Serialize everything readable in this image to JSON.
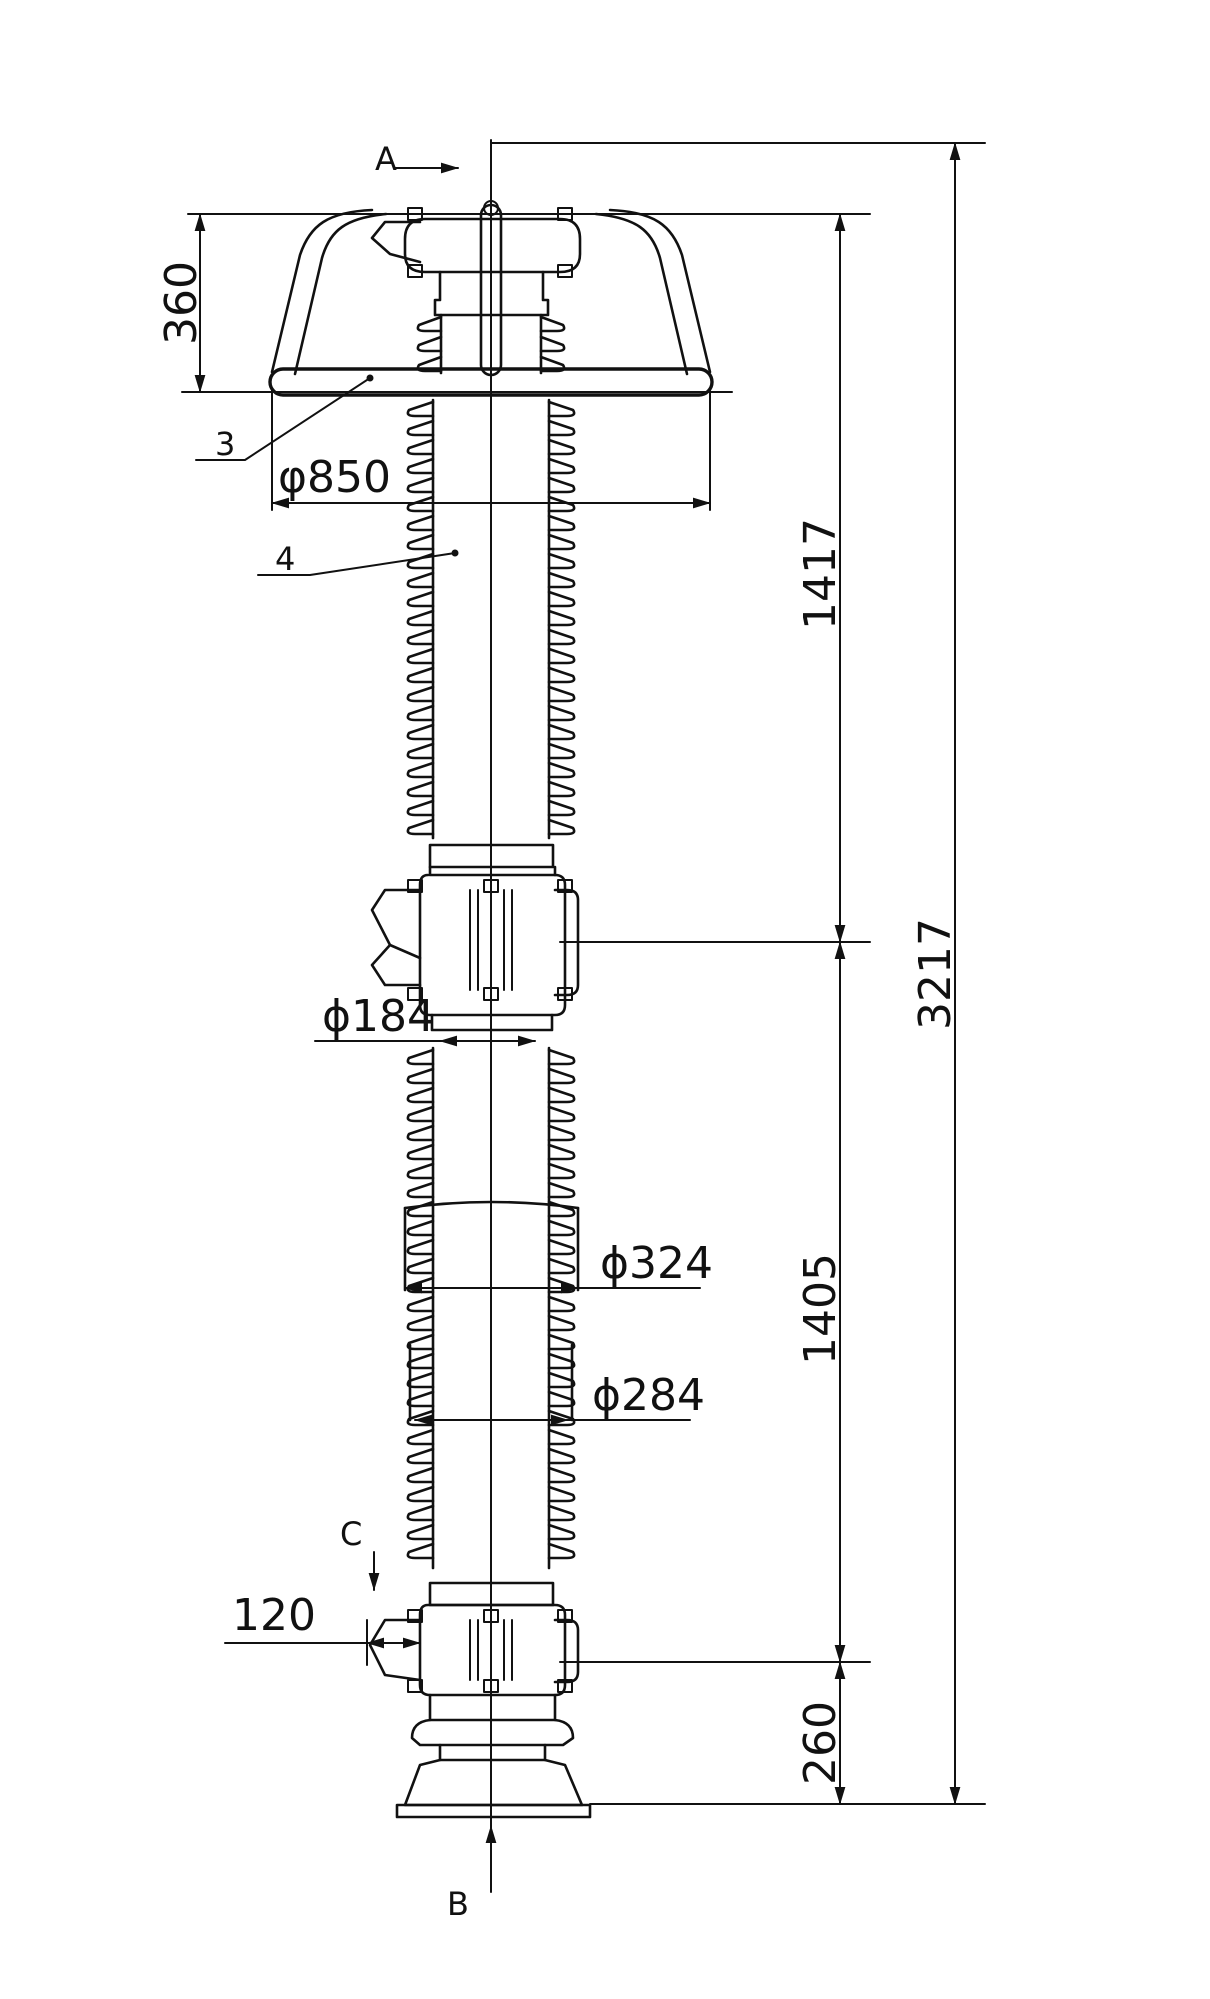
{
  "views": {
    "a": "A",
    "b": "B",
    "c": "C"
  },
  "parts": {
    "p3": "3",
    "p4": "4"
  },
  "dims": {
    "h360": "360",
    "d850": "φ850",
    "h1417": "1417",
    "h3217": "3217",
    "d184": "ϕ184",
    "d324": "ϕ324",
    "h1405": "1405",
    "d284": "ϕ284",
    "w120": "120",
    "h260": "260"
  }
}
